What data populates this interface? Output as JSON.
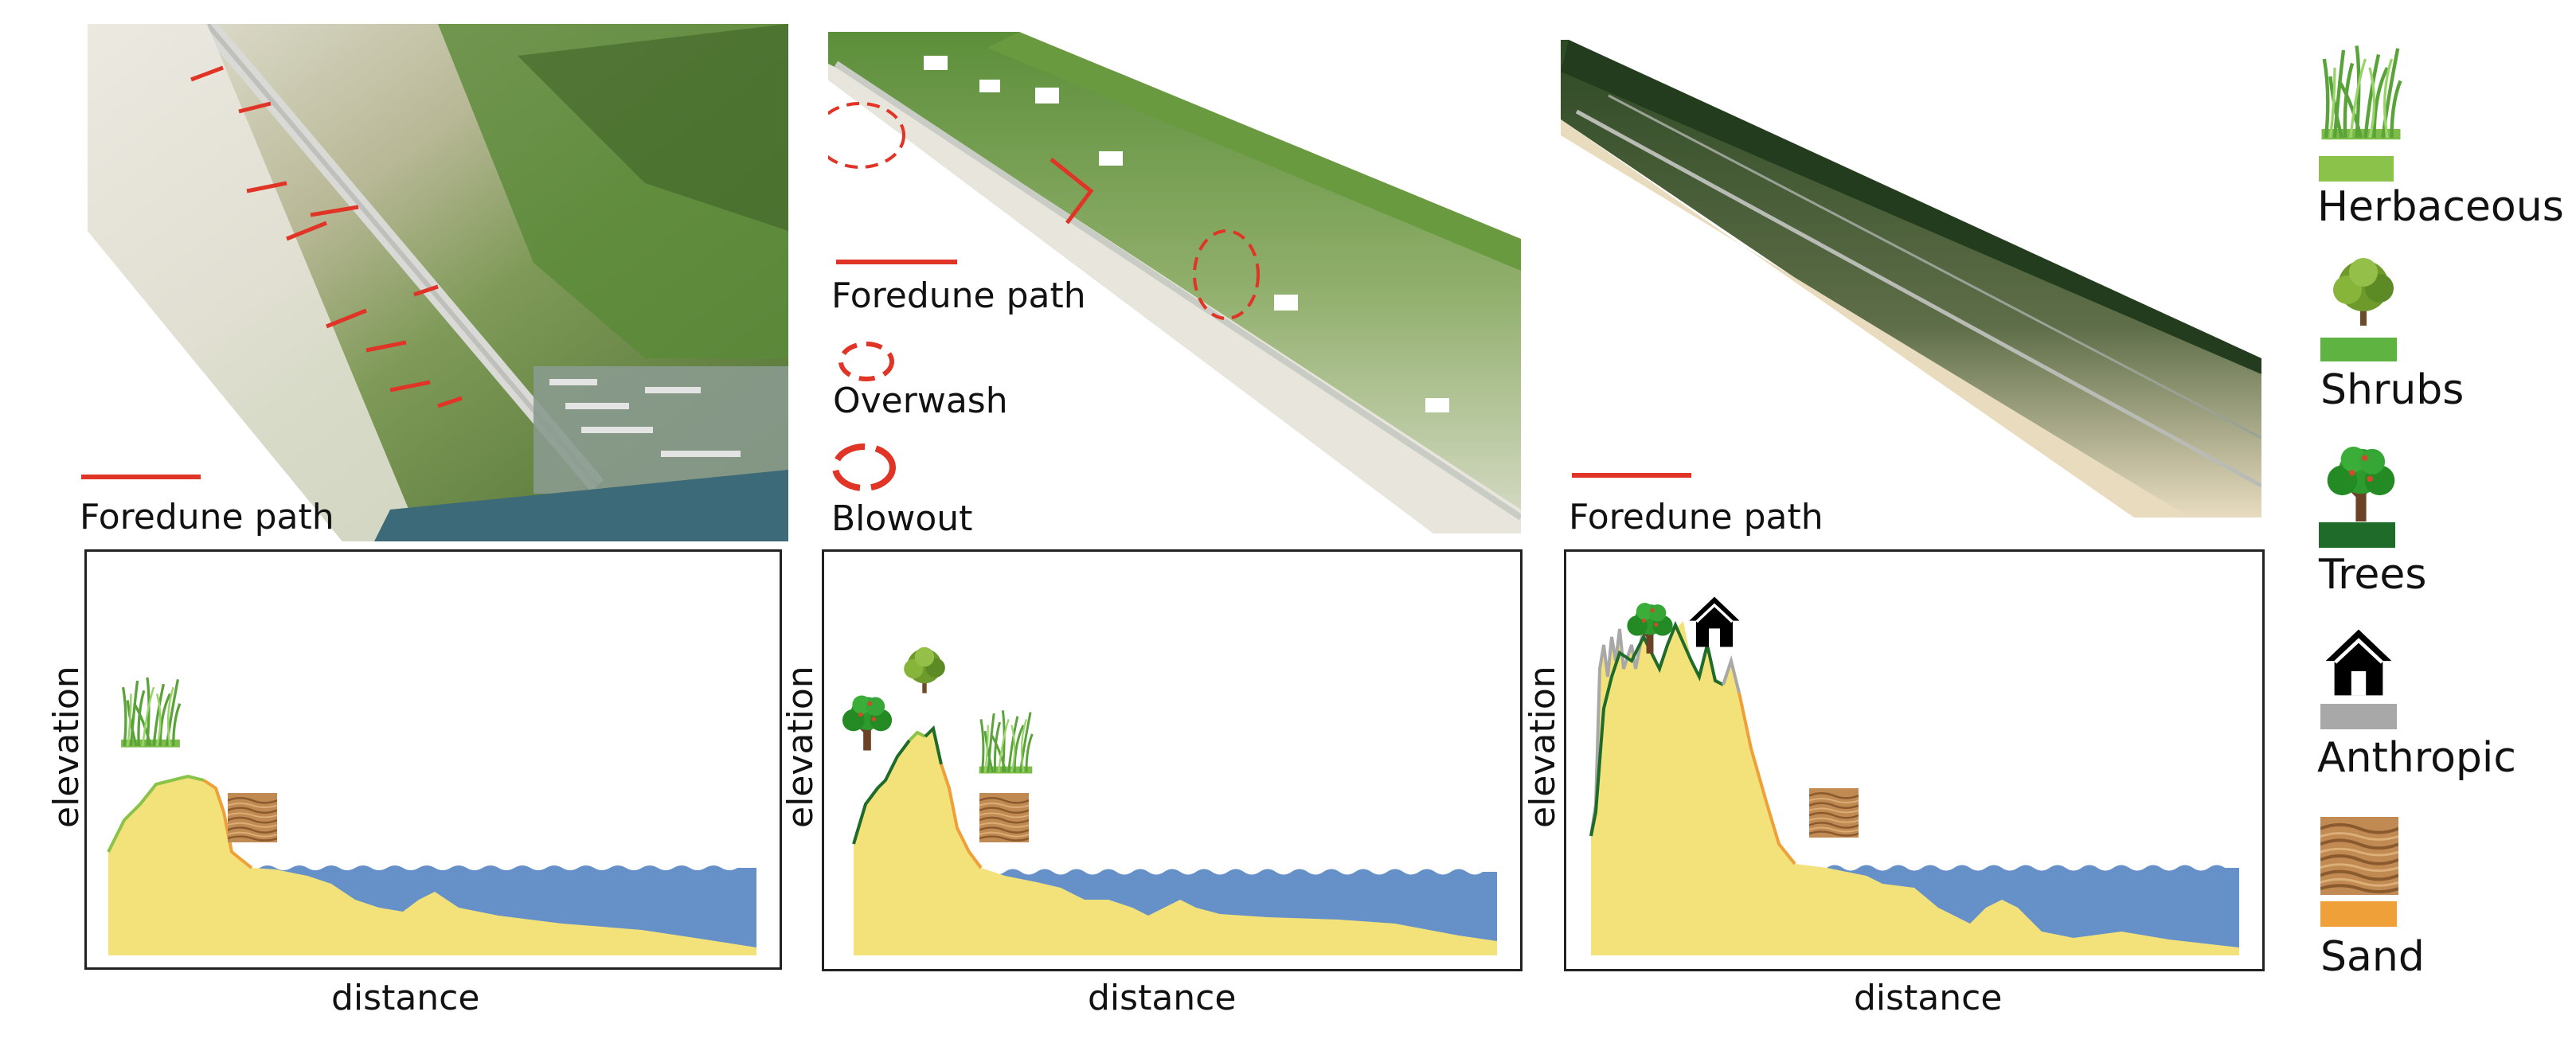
{
  "colors": {
    "herbaceous": "#8bc34a",
    "shrubs": "#5fb340",
    "trees": "#1e6b2a",
    "anthropic": "#a8a8a8",
    "sand": "#f0a039",
    "sand_fill": "#f3e17a",
    "water": "#6690c8",
    "path": "#e03426"
  },
  "panels": [
    {
      "aerial_labels": [
        "Foredune path"
      ]
    },
    {
      "aerial_labels": [
        "Foredune path",
        "Overwash",
        "Blowout"
      ]
    },
    {
      "aerial_labels": [
        "Foredune path"
      ]
    }
  ],
  "profiles": [
    {
      "xlabel": "distance",
      "ylabel": "elevation"
    },
    {
      "xlabel": "distance",
      "ylabel": "elevation"
    },
    {
      "xlabel": "distance",
      "ylabel": "elevation"
    }
  ],
  "legend": [
    {
      "label": "Herbaceous",
      "icon": "grass-icon"
    },
    {
      "label": "Shrubs",
      "icon": "shrub-icon"
    },
    {
      "label": "Trees",
      "icon": "tree-icon"
    },
    {
      "label": "Anthropic",
      "icon": "house-icon"
    },
    {
      "label": "Sand",
      "icon": "sand-icon"
    }
  ]
}
